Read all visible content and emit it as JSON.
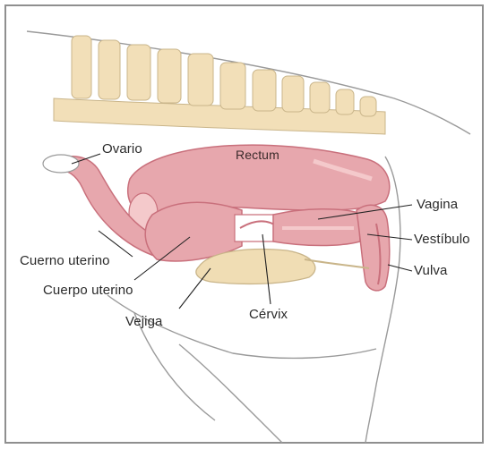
{
  "labels": {
    "ovario": "Ovario",
    "rectum": "Rectum",
    "vagina": "Vagina",
    "vestibulo": "Vestíbulo",
    "vulva": "Vulva",
    "cuerno_uterino": "Cuerno uterino",
    "cuerpo_uterino": "Cuerpo uterino",
    "vejiga": "Vejiga",
    "cervix": "Cérvix"
  },
  "colors": {
    "frame": "#8f8f8f",
    "spine": "#f2dfb8",
    "spine_outline": "#c9b58a",
    "tissue": "#e7a7ad",
    "tissue_dark": "#c9707c",
    "tissue_light": "#f4c9cb",
    "bladder": "#f0ddb4",
    "skin_outline": "#9a9a9a",
    "leader_line": "#222222"
  }
}
